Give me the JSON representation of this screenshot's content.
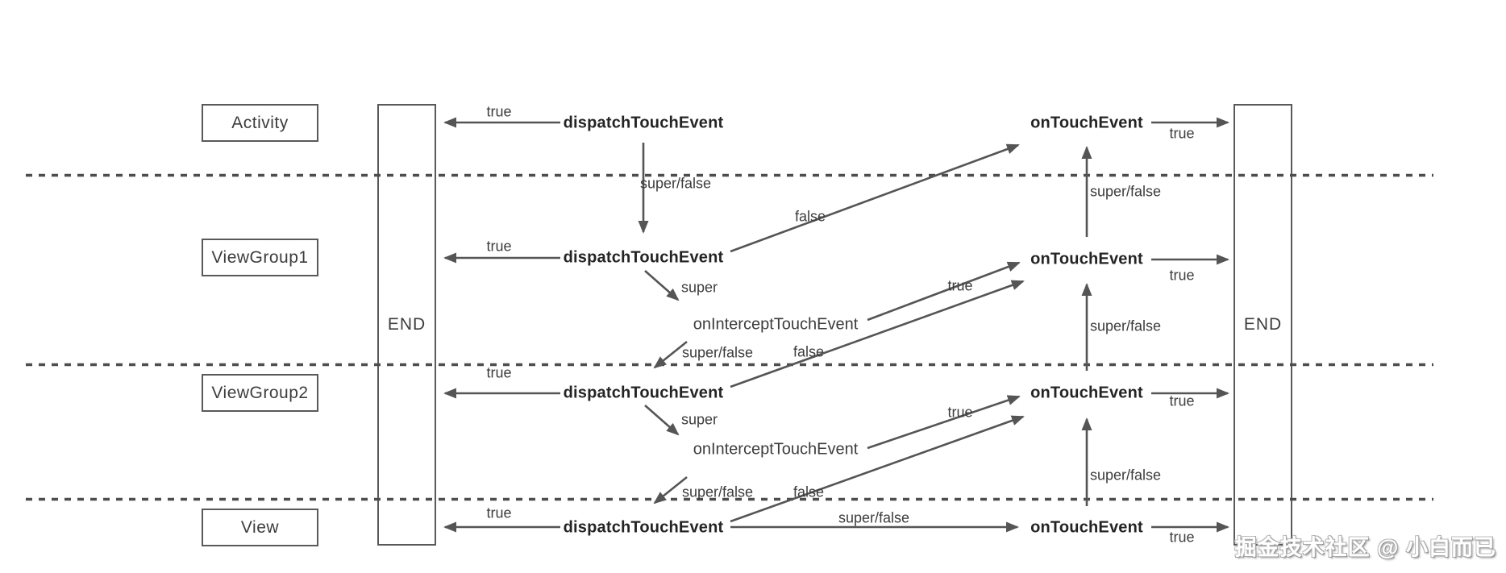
{
  "diagram": {
    "title_hint": "Android touch event dispatch sequence",
    "colors": {
      "line": "#555555",
      "dashed_line": "#4d4d4d",
      "text": "#3d3d3d",
      "bold_text": "#242424",
      "background": "#ffffff"
    },
    "layers": [
      {
        "label": "Activity"
      },
      {
        "label": "ViewGroup1"
      },
      {
        "label": "ViewGroup2"
      },
      {
        "label": "View"
      }
    ],
    "end_bars": {
      "left": "END",
      "right": "END"
    },
    "rows": [
      {
        "dispatch": "dispatchTouchEvent",
        "on_touch": "onTouchEvent",
        "left_return": "true",
        "right_return": "true",
        "pass_down": "super/false",
        "false_up": "false"
      },
      {
        "dispatch": "dispatchTouchEvent",
        "on_touch": "onTouchEvent",
        "left_return": "true",
        "right_return": "true",
        "super_label": "super",
        "intercept": "onInterceptTouchEvent",
        "intercept_pass": "super/false",
        "false_up": "false",
        "true_up": "true",
        "pass_up": "super/false"
      },
      {
        "dispatch": "dispatchTouchEvent",
        "on_touch": "onTouchEvent",
        "left_return": "true",
        "right_return": "true",
        "super_label": "super",
        "intercept": "onInterceptTouchEvent",
        "intercept_pass": "super/false",
        "false_up": "false",
        "true_up": "true",
        "pass_up": "super/false"
      },
      {
        "dispatch": "dispatchTouchEvent",
        "on_touch": "onTouchEvent",
        "left_return": "true",
        "right_return": "true",
        "to_on_touch": "super/false",
        "pass_up": "super/false"
      }
    ],
    "watermark": "掘金技术社区 @ 小白而已"
  }
}
